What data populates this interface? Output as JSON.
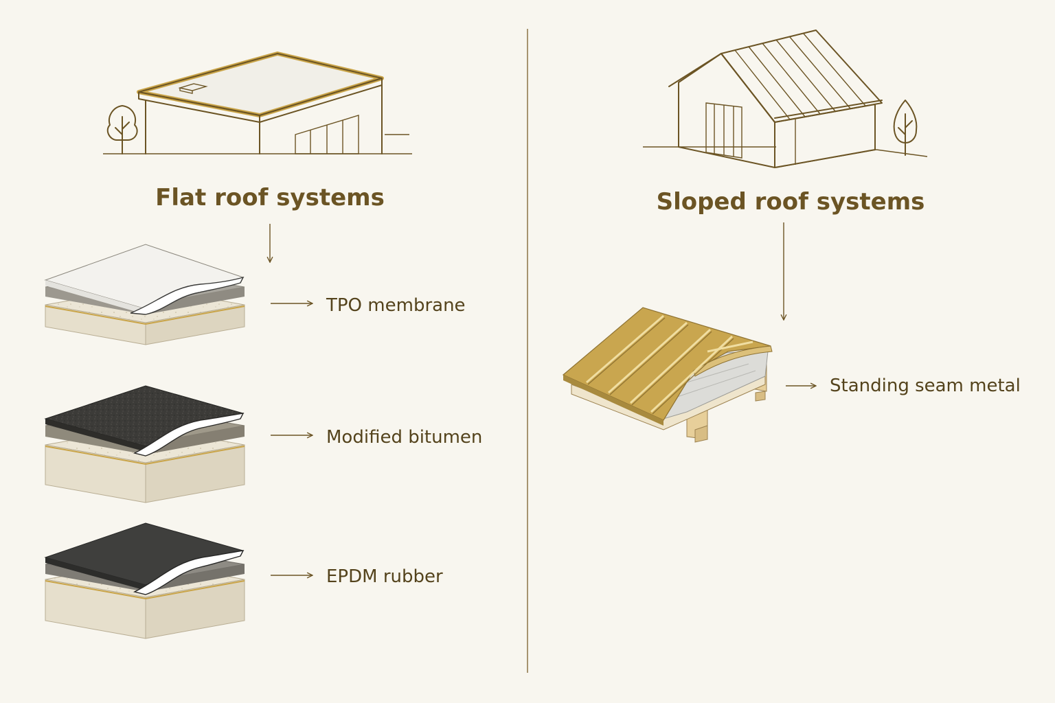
{
  "colors": {
    "background": "#f8f6ef",
    "line": "#6b5424",
    "accent_gold": "#c9a448",
    "metal_panel": "#c7a54f",
    "membrane_white": "#f2f1ec",
    "membrane_dark": "#3a3a38",
    "insulation": "#ece6d6"
  },
  "icons": {
    "flat_building": "flat-roof-building-icon",
    "sloped_house": "gable-house-icon",
    "tree": "tree-icon",
    "arrow": "arrow-right-icon"
  },
  "left": {
    "title": "Flat roof systems",
    "items": [
      {
        "label": "TPO membrane",
        "membrane": "white"
      },
      {
        "label": "Modified bitumen",
        "membrane": "granular-dark"
      },
      {
        "label": "EPDM rubber",
        "membrane": "dark"
      }
    ]
  },
  "right": {
    "title": "Sloped roof systems",
    "items": [
      {
        "label": "Standing seam metal",
        "material": "metal-panels"
      }
    ]
  }
}
